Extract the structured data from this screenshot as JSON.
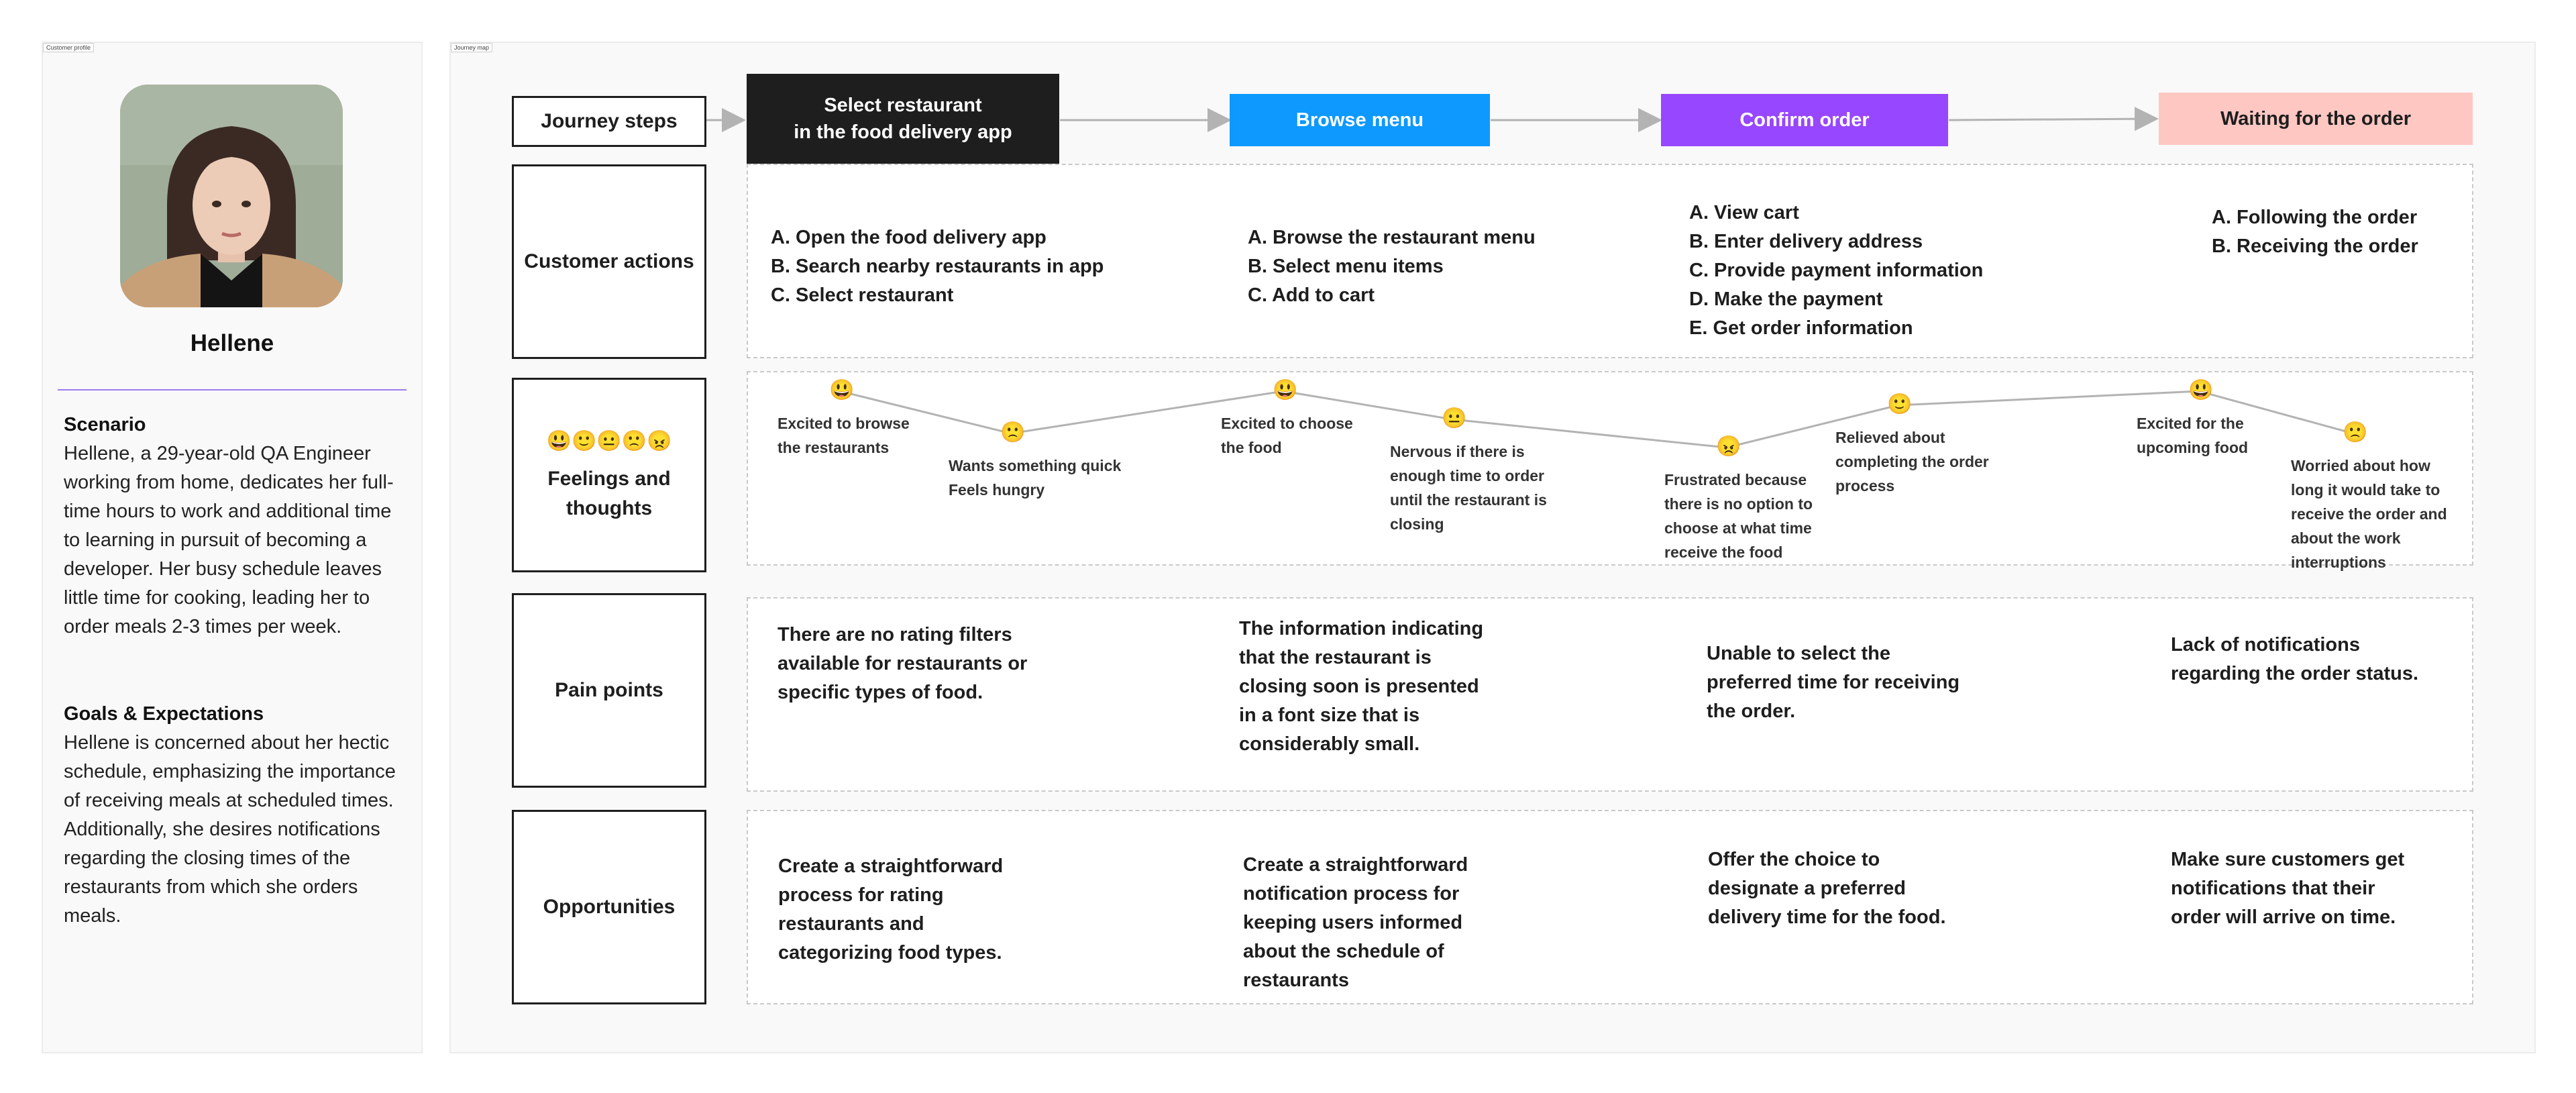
{
  "profile": {
    "tag": "Customer profile",
    "name": "Hellene",
    "scenario_title": "Scenario",
    "scenario_lines": [
      "Hellene, a 29-year-old QA Engineer",
      "working from home, dedicates her full-",
      "time hours to work and additional time",
      "to learning in pursuit of becoming a",
      "developer. Her busy schedule leaves",
      "little time for cooking, leading her to",
      "order meals 2-3 times per week."
    ],
    "goals_title": "Goals & Expectations",
    "goals_lines": [
      "Hellene is concerned about her hectic",
      "schedule, emphasizing the importance",
      "of receiving meals at scheduled times.",
      "Additionally, she desires notifications",
      "regarding the closing times of the",
      "restaurants from which she orders",
      "meals."
    ]
  },
  "journey": {
    "tag": "Journey map",
    "row_labels": {
      "steps": "Journey steps",
      "actions": "Customer actions",
      "feelings": "Feelings and thoughts",
      "pain": "Pain points",
      "opportunities": "Opportunities"
    },
    "steps": [
      {
        "label_lines": [
          "Select restaurant",
          "in the food delivery app"
        ],
        "bg": "#1e1e1e",
        "fg": "#ffffff"
      },
      {
        "label_lines": [
          "Browse menu"
        ],
        "bg": "#0d99ff",
        "fg": "#ffffff"
      },
      {
        "label_lines": [
          "Confirm order"
        ],
        "bg": "#9747ff",
        "fg": "#ffffff"
      },
      {
        "label_lines": [
          "Waiting for the order"
        ],
        "bg": "#ffc7c2",
        "fg": "#1e1e1e"
      }
    ],
    "actions": [
      [
        "A. Open the food delivery app",
        "B. Search nearby restaurants in app",
        "C. Select restaurant"
      ],
      [
        "A. Browse the restaurant menu",
        "B. Select menu items",
        "C. Add to cart"
      ],
      [
        "A. View cart",
        "B. Enter delivery address",
        "C. Provide payment information",
        "D. Make the payment",
        "E.  Get order information"
      ],
      [
        "A. Following the order",
        "B.  Receiving the order"
      ]
    ],
    "emotion_scale": [
      "😃",
      "🙂",
      "😐",
      "🙁",
      "😠"
    ],
    "feelings": [
      {
        "emoji": "😃",
        "level": 5,
        "lines": [
          "Excited to browse",
          "the restaurants"
        ]
      },
      {
        "emoji": "🙁",
        "level": 2,
        "lines": [
          "Wants something quick",
          "Feels hungry"
        ]
      },
      {
        "emoji": "😃",
        "level": 5,
        "lines": [
          "Excited to choose",
          "the food"
        ]
      },
      {
        "emoji": "😐",
        "level": 3,
        "lines": [
          "Nervous if there is",
          "enough time to order",
          "until the restaurant is",
          "closing"
        ]
      },
      {
        "emoji": "😠",
        "level": 1,
        "lines": [
          "Frustrated because",
          "there is no option to",
          "choose at what time",
          "receive the food"
        ]
      },
      {
        "emoji": "🙂",
        "level": 4,
        "lines": [
          "Relieved about",
          "completing the order",
          "process"
        ]
      },
      {
        "emoji": "😃",
        "level": 5,
        "lines": [
          "Excited for the",
          "upcoming food"
        ]
      },
      {
        "emoji": "🙁",
        "level": 2,
        "lines": [
          "Worried about how",
          "long it would take to",
          "receive the order and",
          "about the work",
          "interruptions"
        ]
      }
    ],
    "pain_points": [
      [
        "There are no rating filters",
        "available for restaurants or",
        "specific types of food."
      ],
      [
        "The information indicating",
        "that the restaurant is",
        "closing soon is presented",
        "in a font size that is",
        "considerably small."
      ],
      [
        "Unable to select the",
        "preferred time for receiving",
        "the order."
      ],
      [
        "Lack of notifications",
        "regarding the order status."
      ]
    ],
    "opportunities": [
      [
        "Create a straightforward",
        "process for rating",
        "restaurants and",
        "categorizing food types."
      ],
      [
        "Create a straightforward",
        "notification process for",
        "keeping users informed",
        "about the schedule of",
        "restaurants"
      ],
      [
        "Offer the choice to",
        "designate a preferred",
        "delivery time for the food."
      ],
      [
        "Make sure customers get",
        "notifications that their",
        "order will arrive on time."
      ]
    ]
  }
}
